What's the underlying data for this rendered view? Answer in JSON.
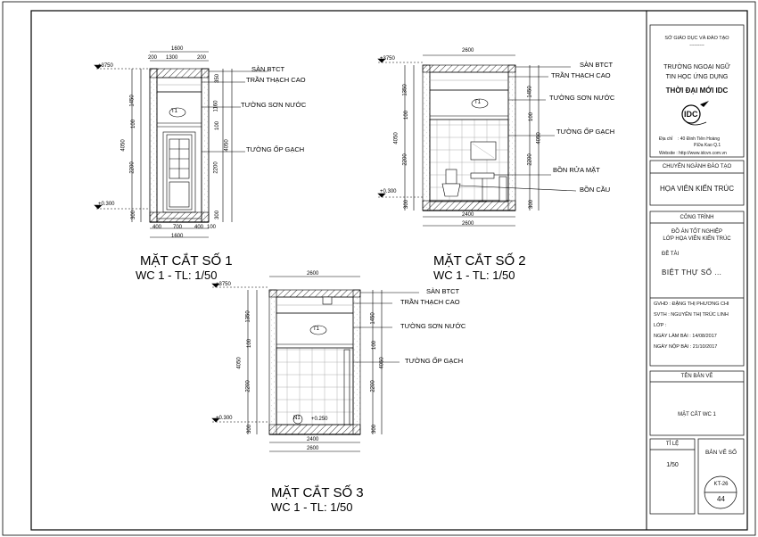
{
  "title_block": {
    "ministry": "SỞ GIÁO DỤC VÀ ĐÀO TẠO",
    "ministry_dash": "---------",
    "school_line1": "TRƯỜNG NGOẠI NGỮ",
    "school_line2": "TIN HỌC ỨNG DỤNG",
    "school_name": "THỜI ĐẠI MỚI IDC",
    "logo_text": "IDC",
    "address_label": "Địa chỉ",
    "address_line1": ": 40 Đinh Tiên Hoàng",
    "address_line2": "P.Đa Kao    Q.1",
    "website": "Website : http://www.idcvn.com.vn",
    "major_label": "CHUYÊN NGÀNH ĐÀO TẠO",
    "major_value": "HỌA VIÊN KIẾN TRÚC",
    "project_label": "CÔNG TRÌNH",
    "project_line1": "ĐỒ ÁN TỐT NGHIỆP",
    "project_line2": "LỚP HỌA VIÊN KIẾN TRÚC",
    "topic_label": "ĐỀ TÀI",
    "topic_value": "BIỆT THỰ SỐ ...",
    "gvhd": "GVHD : ĐẶNG THỊ PHƯƠNG CHI",
    "svth": "SVTH   : NGUYỄN THỊ TRÚC LINH",
    "lop": "LỚP   :",
    "ngay_lam": "NGÀY LÀM BÀI   : 14/08/2017",
    "ngay_nop": "NGÀY NỘP BÀI   : 21/10/2017",
    "drawing_name_label": "TÊN BẢN VẼ",
    "drawing_name": "MẶT CẮT WC 1",
    "scale_label": "TỈ LỆ",
    "scale_value": "1/50",
    "sheet_label": "BẢN VẼ SỐ",
    "sheet_code": "KT-26",
    "sheet_number": "44"
  },
  "sections": [
    {
      "title": "MẶT CẮT SỐ 1",
      "subtitle": "WC 1 - TL: 1/50",
      "labels": [
        "SÀN BTCT",
        "TRẦN THẠCH CAO",
        "TƯỜNG SƠN NƯỚC",
        "TƯỜNG ỐP GẠCH"
      ],
      "levels": [
        "+3750",
        "+0.300"
      ],
      "tag": "T1",
      "top_dims": [
        "1600",
        "1300",
        "200",
        "200"
      ],
      "bottom_dims": [
        "400",
        "700",
        "400",
        "100",
        "1600"
      ],
      "left_dims": [
        "1450",
        "100",
        "2200",
        "300",
        "4050"
      ],
      "right_dims": [
        "350",
        "1160",
        "100",
        "2200",
        "300",
        "4050"
      ]
    },
    {
      "title": "MẶT CẮT SỐ 2",
      "subtitle": "WC 1 - TL: 1/50",
      "labels": [
        "SÀN BTCT",
        "TRẦN THẠCH CAO",
        "TƯỜNG SƠN NƯỚC",
        "TƯỜNG ỐP GẠCH",
        "BỒN RỬA MẶT",
        "BỒN CẦU"
      ],
      "levels": [
        "+3750",
        "+0.300"
      ],
      "tag": "T1",
      "top_dims": [
        "2600"
      ],
      "bottom_dims": [
        "2400",
        "2600"
      ],
      "left_dims": [
        "1350",
        "100",
        "2200",
        "300",
        "4050"
      ],
      "right_dims": [
        "1450",
        "100",
        "2200",
        "300",
        "4050"
      ]
    },
    {
      "title": "MẶT CẮT SỐ 3",
      "subtitle": "WC 1 - TL: 1/50",
      "labels": [
        "SÀN BTCT",
        "TRẦN THẠCH CAO",
        "TƯỜNG SƠN NƯỚC",
        "TƯỜNG ỐP GẠCH"
      ],
      "levels": [
        "+3750",
        "+0.300",
        "+0.250"
      ],
      "tag": "T1",
      "floor_tag": "N1",
      "top_dims": [
        "2600"
      ],
      "bottom_dims": [
        "2400",
        "2600"
      ],
      "left_dims": [
        "1350",
        "100",
        "2200",
        "300",
        "4050"
      ],
      "right_dims": [
        "1450",
        "100",
        "2200",
        "300",
        "4050"
      ]
    }
  ]
}
